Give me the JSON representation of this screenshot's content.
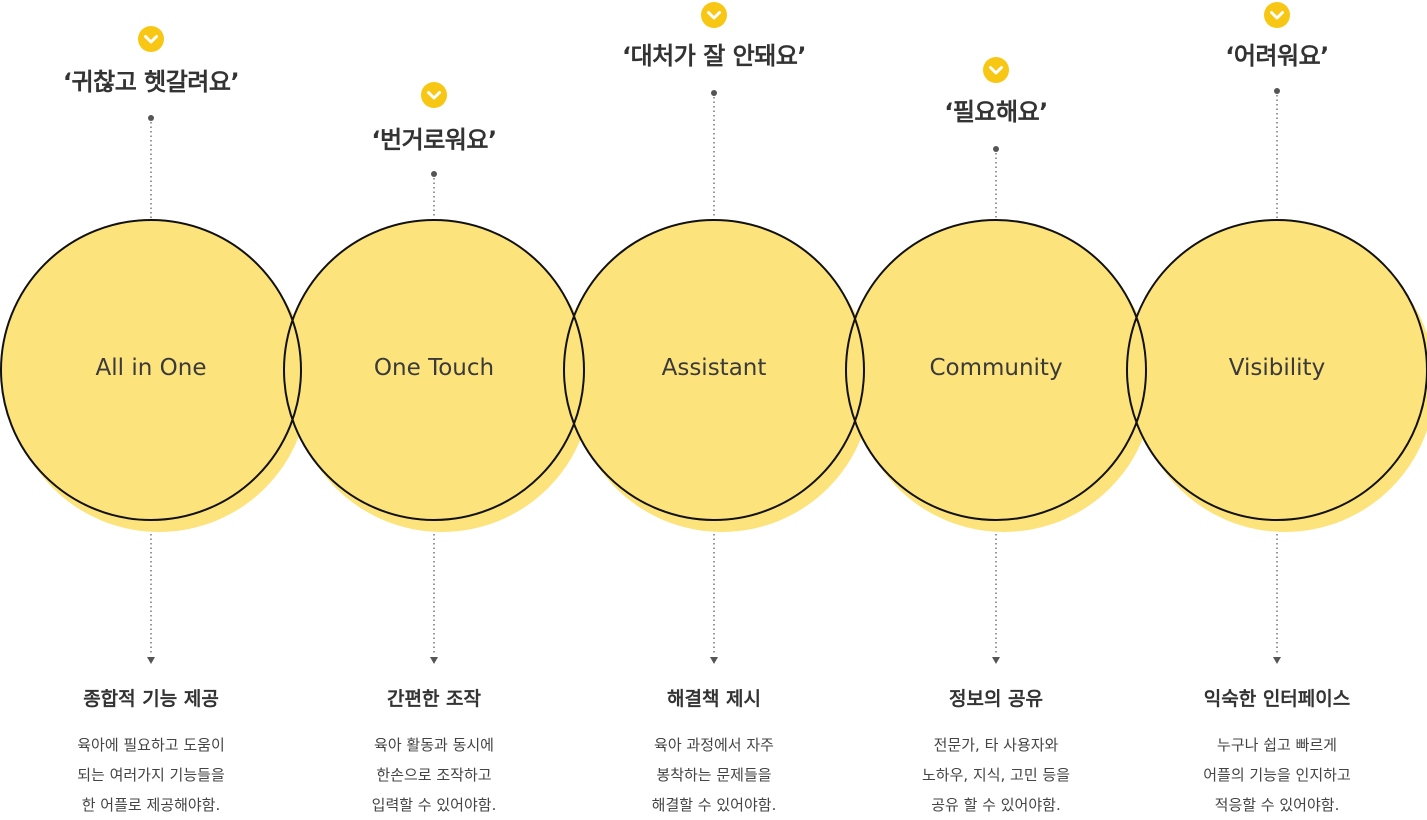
{
  "colors": {
    "circle_fill": "#FDE37C",
    "circle_shadow": "#FDE37C",
    "outline": "#111111",
    "check_bg": "#F8C713",
    "check_mark": "#ffffff",
    "dotted_line": "#555555"
  },
  "items": [
    {
      "quote": "‘귀찮고 헷갈려요’",
      "label": "All in One",
      "title": "종합적 기능 제공",
      "desc": [
        "육아에 필요하고 도움이",
        "되는 여러가지 기능들을",
        "한 어플로 제공해야함."
      ],
      "check_icon": "chevron-down-icon"
    },
    {
      "quote": "‘번거로워요’",
      "label": "One Touch",
      "title": "간편한 조작",
      "desc": [
        "육아 활동과 동시에",
        "한손으로 조작하고",
        "입력할 수 있어야함."
      ],
      "check_icon": "chevron-down-icon"
    },
    {
      "quote": "‘대처가 잘 안돼요’",
      "label": "Assistant",
      "title": "해결책 제시",
      "desc": [
        "육아 과정에서 자주",
        "봉착하는 문제들을",
        "해결할 수 있어야함."
      ],
      "check_icon": "chevron-down-icon"
    },
    {
      "quote": "‘필요해요’",
      "label": "Community",
      "title": "정보의 공유",
      "desc": [
        "전문가, 타 사용자와",
        "노하우, 지식, 고민 등을",
        "공유 할 수 있어야함."
      ],
      "check_icon": "chevron-down-icon"
    },
    {
      "quote": "‘어려워요’",
      "label": "Visibility",
      "title": "익숙한 인터페이스",
      "desc": [
        "누구나 쉽고 빠르게",
        "어플의 기능을 인지하고",
        "적응할 수 있어야함."
      ],
      "check_icon": "chevron-down-icon"
    }
  ]
}
